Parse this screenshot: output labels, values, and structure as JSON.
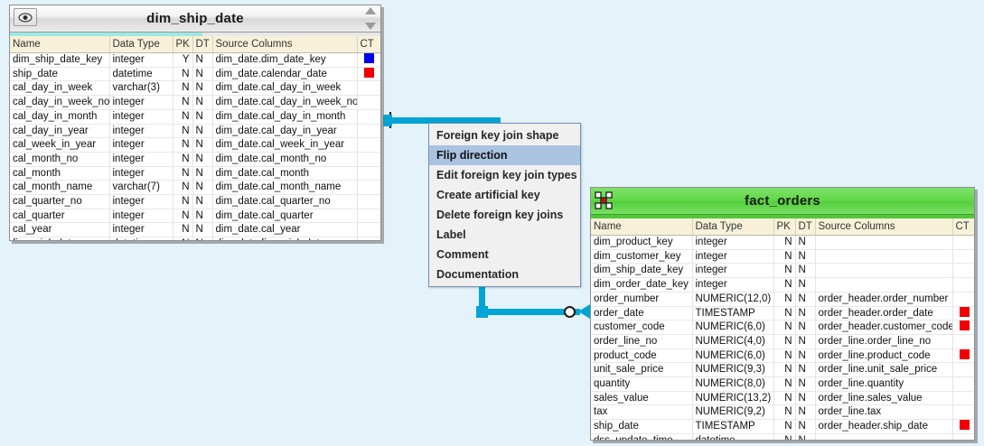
{
  "canvas": {
    "background": "#e4f2fa",
    "accent_wire": "#00a5d4"
  },
  "tables": [
    {
      "id": "dim_ship_date",
      "title": "dim_ship_date",
      "header_style": "silver",
      "icon": "eye-icon",
      "has_spinner": true,
      "columns": [
        "Name",
        "Data Type",
        "PK",
        "DT",
        "Source Columns",
        "CT"
      ],
      "rows": [
        {
          "name": "dim_ship_date_key",
          "type": "integer",
          "key": "gold",
          "pk": "Y",
          "dt": "N",
          "source": "dim_date.dim_date_key",
          "ct": "#0000f0"
        },
        {
          "name": "ship_date",
          "type": "datetime",
          "key": "",
          "pk": "N",
          "dt": "N",
          "source": "dim_date.calendar_date",
          "ct": "#f00000"
        },
        {
          "name": "cal_day_in_week",
          "type": "varchar(3)",
          "key": "",
          "pk": "N",
          "dt": "N",
          "source": "dim_date.cal_day_in_week",
          "ct": ""
        },
        {
          "name": "cal_day_in_week_no",
          "type": "integer",
          "key": "",
          "pk": "N",
          "dt": "N",
          "source": "dim_date.cal_day_in_week_no",
          "ct": ""
        },
        {
          "name": "cal_day_in_month",
          "type": "integer",
          "key": "",
          "pk": "N",
          "dt": "N",
          "source": "dim_date.cal_day_in_month",
          "ct": ""
        },
        {
          "name": "cal_day_in_year",
          "type": "integer",
          "key": "",
          "pk": "N",
          "dt": "N",
          "source": "dim_date.cal_day_in_year",
          "ct": ""
        },
        {
          "name": "cal_week_in_year",
          "type": "integer",
          "key": "",
          "pk": "N",
          "dt": "N",
          "source": "dim_date.cal_week_in_year",
          "ct": ""
        },
        {
          "name": "cal_month_no",
          "type": "integer",
          "key": "",
          "pk": "N",
          "dt": "N",
          "source": "dim_date.cal_month_no",
          "ct": ""
        },
        {
          "name": "cal_month",
          "type": "integer",
          "key": "",
          "pk": "N",
          "dt": "N",
          "source": "dim_date.cal_month",
          "ct": ""
        },
        {
          "name": "cal_month_name",
          "type": "varchar(7)",
          "key": "",
          "pk": "N",
          "dt": "N",
          "source": "dim_date.cal_month_name",
          "ct": ""
        },
        {
          "name": "cal_quarter_no",
          "type": "integer",
          "key": "",
          "pk": "N",
          "dt": "N",
          "source": "dim_date.cal_quarter_no",
          "ct": ""
        },
        {
          "name": "cal_quarter",
          "type": "integer",
          "key": "",
          "pk": "N",
          "dt": "N",
          "source": "dim_date.cal_quarter",
          "ct": ""
        },
        {
          "name": "cal_year",
          "type": "integer",
          "key": "",
          "pk": "N",
          "dt": "N",
          "source": "dim_date.cal_year",
          "ct": ""
        },
        {
          "name": "financial_date",
          "type": "datetime",
          "key": "",
          "pk": "N",
          "dt": "N",
          "source": "dim_date.financial_date",
          "ct": ""
        }
      ]
    },
    {
      "id": "fact_orders",
      "title": "fact_orders",
      "header_style": "green",
      "icon": "matrix-icon",
      "has_spinner": false,
      "columns": [
        "Name",
        "Data Type",
        "PK",
        "DT",
        "Source Columns",
        "CT"
      ],
      "rows": [
        {
          "name": "dim_product_key",
          "type": "integer",
          "key": "",
          "pk": "N",
          "dt": "N",
          "source": "",
          "ct": ""
        },
        {
          "name": "dim_customer_key",
          "type": "integer",
          "key": "",
          "pk": "N",
          "dt": "N",
          "source": "",
          "ct": ""
        },
        {
          "name": "dim_ship_date_key",
          "type": "integer",
          "key": "blue",
          "pk": "N",
          "dt": "N",
          "source": "",
          "ct": ""
        },
        {
          "name": "dim_order_date_key",
          "type": "integer",
          "key": "blue",
          "pk": "N",
          "dt": "N",
          "source": "",
          "ct": ""
        },
        {
          "name": "order_number",
          "type": "NUMERIC(12,0)",
          "key": "",
          "pk": "N",
          "dt": "N",
          "source": "order_header.order_number",
          "ct": ""
        },
        {
          "name": "order_date",
          "type": "TIMESTAMP",
          "key": "blue",
          "pk": "N",
          "dt": "N",
          "source": "order_header.order_date",
          "ct": "#f00000"
        },
        {
          "name": "customer_code",
          "type": "NUMERIC(6,0)",
          "key": "blue",
          "pk": "N",
          "dt": "N",
          "source": "order_header.customer_code",
          "ct": "#f00000"
        },
        {
          "name": "order_line_no",
          "type": "NUMERIC(4,0)",
          "key": "",
          "pk": "N",
          "dt": "N",
          "source": "order_line.order_line_no",
          "ct": ""
        },
        {
          "name": "product_code",
          "type": "NUMERIC(6,0)",
          "key": "",
          "pk": "N",
          "dt": "N",
          "source": "order_line.product_code",
          "ct": "#f00000"
        },
        {
          "name": "unit_sale_price",
          "type": "NUMERIC(9,3)",
          "key": "",
          "pk": "N",
          "dt": "N",
          "source": "order_line.unit_sale_price",
          "ct": ""
        },
        {
          "name": "quantity",
          "type": "NUMERIC(8,0)",
          "key": "",
          "pk": "N",
          "dt": "N",
          "source": "order_line.quantity",
          "ct": ""
        },
        {
          "name": "sales_value",
          "type": "NUMERIC(13,2)",
          "key": "",
          "pk": "N",
          "dt": "N",
          "source": "order_line.sales_value",
          "ct": ""
        },
        {
          "name": "tax",
          "type": "NUMERIC(9,2)",
          "key": "",
          "pk": "N",
          "dt": "N",
          "source": "order_line.tax",
          "ct": ""
        },
        {
          "name": "ship_date",
          "type": "TIMESTAMP",
          "key": "blue",
          "pk": "N",
          "dt": "N",
          "source": "order_header.ship_date",
          "ct": "#f00000"
        },
        {
          "name": "dss_update_time",
          "type": "datetime",
          "key": "",
          "pk": "N",
          "dt": "N",
          "source": "",
          "ct": ""
        }
      ]
    }
  ],
  "context_menu": {
    "items": [
      {
        "label": "Foreign key join shape",
        "selected": false
      },
      {
        "label": "Flip direction",
        "selected": true
      },
      {
        "label": "Edit foreign key join types",
        "selected": false
      },
      {
        "label": "Create artificial key",
        "selected": false
      },
      {
        "label": "Delete foreign key joins",
        "selected": false
      },
      {
        "label": "Label",
        "selected": false
      },
      {
        "label": "Comment",
        "selected": false
      },
      {
        "label": "Documentation",
        "selected": false
      }
    ]
  }
}
